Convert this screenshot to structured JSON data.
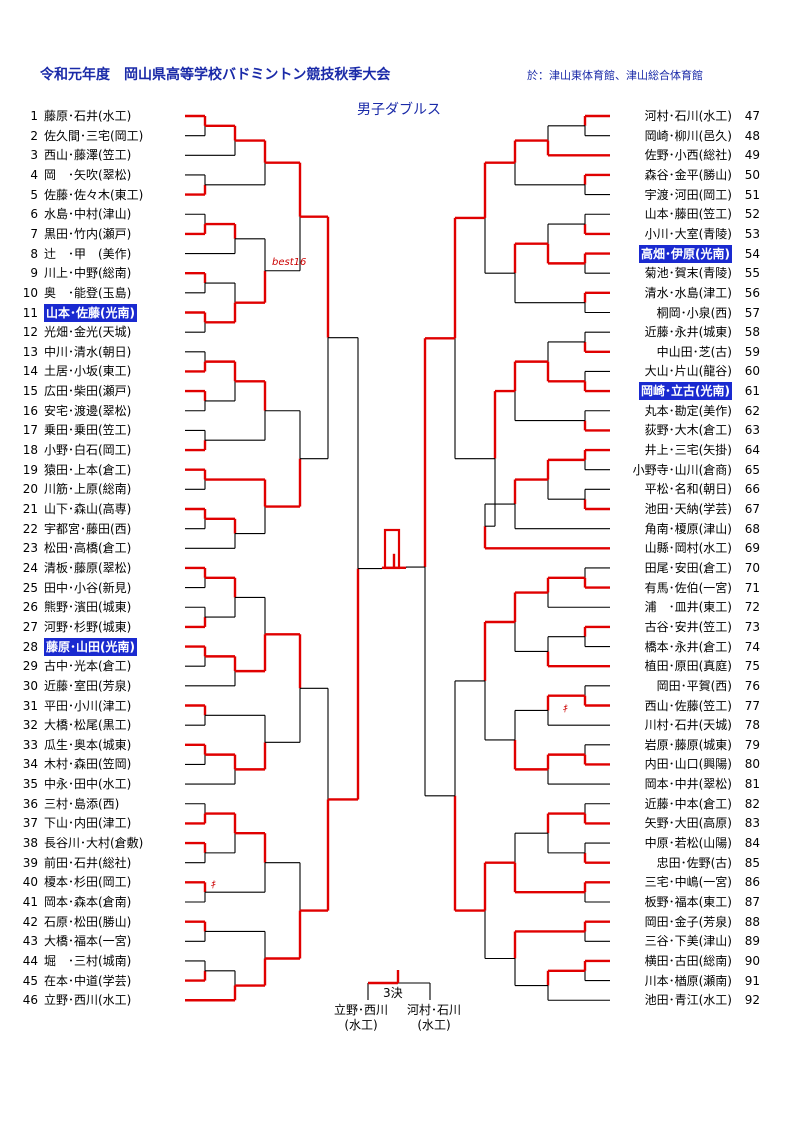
{
  "header": {
    "title": "令和元年度　岡山県高等学校バドミントン競技秋季大会",
    "venue": "於：津山東体育館、津山総合体育館",
    "event": "男子ダブルス"
  },
  "left_entries": [
    {
      "num": "1",
      "name": "藤原･石井(水工)",
      "highlight": false
    },
    {
      "num": "2",
      "name": "佐久間･三宅(岡工)",
      "highlight": false
    },
    {
      "num": "3",
      "name": "西山･藤澤(笠工)",
      "highlight": false
    },
    {
      "num": "4",
      "name": "岡　･矢吹(翠松)",
      "highlight": false
    },
    {
      "num": "5",
      "name": "佐藤･佐々木(東工)",
      "highlight": false
    },
    {
      "num": "6",
      "name": "水島･中村(津山)",
      "highlight": false
    },
    {
      "num": "7",
      "name": "黒田･竹内(瀬戸)",
      "highlight": false
    },
    {
      "num": "8",
      "name": "辻　･甲　(美作)",
      "highlight": false
    },
    {
      "num": "9",
      "name": "川上･中野(総南)",
      "highlight": false
    },
    {
      "num": "10",
      "name": "奥　･能登(玉島)",
      "highlight": false
    },
    {
      "num": "11",
      "name": "山本･佐藤(光南)",
      "highlight": true
    },
    {
      "num": "12",
      "name": "光畑･金光(天城)",
      "highlight": false
    },
    {
      "num": "13",
      "name": "中川･清水(朝日)",
      "highlight": false
    },
    {
      "num": "14",
      "name": "土居･小坂(東工)",
      "highlight": false
    },
    {
      "num": "15",
      "name": "広田･柴田(瀬戸)",
      "highlight": false
    },
    {
      "num": "16",
      "name": "安宅･渡邊(翠松)",
      "highlight": false
    },
    {
      "num": "17",
      "name": "乗田･乗田(笠工)",
      "highlight": false
    },
    {
      "num": "18",
      "name": "小野･白石(岡工)",
      "highlight": false
    },
    {
      "num": "19",
      "name": "猿田･上本(倉工)",
      "highlight": false
    },
    {
      "num": "20",
      "name": "川筋･上原(総南)",
      "highlight": false
    },
    {
      "num": "21",
      "name": "山下･森山(高専)",
      "highlight": false
    },
    {
      "num": "22",
      "name": "宇都宮･藤田(西)",
      "highlight": false
    },
    {
      "num": "23",
      "name": "松田･高橋(倉工)",
      "highlight": false
    },
    {
      "num": "24",
      "name": "清板･藤原(翠松)",
      "highlight": false
    },
    {
      "num": "25",
      "name": "田中･小谷(新見)",
      "highlight": false
    },
    {
      "num": "26",
      "name": "熊野･濱田(城東)",
      "highlight": false
    },
    {
      "num": "27",
      "name": "河野･杉野(城東)",
      "highlight": false
    },
    {
      "num": "28",
      "name": "藤原･山田(光南)",
      "highlight": true
    },
    {
      "num": "29",
      "name": "古中･光本(倉工)",
      "highlight": false
    },
    {
      "num": "30",
      "name": "近藤･室田(芳泉)",
      "highlight": false
    },
    {
      "num": "31",
      "name": "平田･小川(津工)",
      "highlight": false
    },
    {
      "num": "32",
      "name": "大橋･松尾(黒工)",
      "highlight": false
    },
    {
      "num": "33",
      "name": "瓜生･奥本(城東)",
      "highlight": false
    },
    {
      "num": "34",
      "name": "木村･森田(笠岡)",
      "highlight": false
    },
    {
      "num": "35",
      "name": "中永･田中(水工)",
      "highlight": false
    },
    {
      "num": "36",
      "name": "三村･島添(西)",
      "highlight": false
    },
    {
      "num": "37",
      "name": "下山･内田(津工)",
      "highlight": false
    },
    {
      "num": "38",
      "name": "長谷川･大村(倉敷)",
      "highlight": false
    },
    {
      "num": "39",
      "name": "前田･石井(総社)",
      "highlight": false
    },
    {
      "num": "40",
      "name": "榎本･杉田(岡工)",
      "highlight": false
    },
    {
      "num": "41",
      "name": "岡本･森本(倉南)",
      "highlight": false
    },
    {
      "num": "42",
      "name": "石原･松田(勝山)",
      "highlight": false
    },
    {
      "num": "43",
      "name": "大橋･福本(一宮)",
      "highlight": false
    },
    {
      "num": "44",
      "name": "堀　･三村(城南)",
      "highlight": false
    },
    {
      "num": "45",
      "name": "在本･中道(学芸)",
      "highlight": false
    },
    {
      "num": "46",
      "name": "立野･西川(水工)",
      "highlight": false
    }
  ],
  "right_entries": [
    {
      "num": "47",
      "name": "河村･石川(水工)",
      "highlight": false
    },
    {
      "num": "48",
      "name": "岡崎･柳川(邑久)",
      "highlight": false
    },
    {
      "num": "49",
      "name": "佐野･小西(総社)",
      "highlight": false
    },
    {
      "num": "50",
      "name": "森谷･金平(勝山)",
      "highlight": false
    },
    {
      "num": "51",
      "name": "宇渡･河田(岡工)",
      "highlight": false
    },
    {
      "num": "52",
      "name": "山本･藤田(笠工)",
      "highlight": false
    },
    {
      "num": "53",
      "name": "小川･大室(青陵)",
      "highlight": false
    },
    {
      "num": "54",
      "name": "高畑･伊原(光南)",
      "highlight": true
    },
    {
      "num": "55",
      "name": "菊池･賀末(青陵)",
      "highlight": false
    },
    {
      "num": "56",
      "name": "清水･水島(津工)",
      "highlight": false
    },
    {
      "num": "57",
      "name": "桐岡･小泉(西)",
      "highlight": false
    },
    {
      "num": "58",
      "name": "近藤･永井(城東)",
      "highlight": false
    },
    {
      "num": "59",
      "name": "中山田･芝(古)",
      "highlight": false
    },
    {
      "num": "60",
      "name": "大山･片山(龍谷)",
      "highlight": false
    },
    {
      "num": "61",
      "name": "岡崎･立古(光南)",
      "highlight": true
    },
    {
      "num": "62",
      "name": "丸本･勘定(美作)",
      "highlight": false
    },
    {
      "num": "63",
      "name": "荻野･大木(倉工)",
      "highlight": false
    },
    {
      "num": "64",
      "name": "井上･三宅(矢掛)",
      "highlight": false
    },
    {
      "num": "65",
      "name": "小野寺･山川(倉商)",
      "highlight": false
    },
    {
      "num": "66",
      "name": "平松･名和(朝日)",
      "highlight": false
    },
    {
      "num": "67",
      "name": "池田･天納(学芸)",
      "highlight": false
    },
    {
      "num": "68",
      "name": "角南･榎原(津山)",
      "highlight": false
    },
    {
      "num": "69",
      "name": "山縣･岡村(水工)",
      "highlight": false
    },
    {
      "num": "70",
      "name": "田尾･安田(倉工)",
      "highlight": false
    },
    {
      "num": "71",
      "name": "有馬･佐伯(一宮)",
      "highlight": false
    },
    {
      "num": "72",
      "name": "浦　･皿井(東工)",
      "highlight": false
    },
    {
      "num": "73",
      "name": "古谷･安井(笠工)",
      "highlight": false
    },
    {
      "num": "74",
      "name": "橋本･永井(倉工)",
      "highlight": false
    },
    {
      "num": "75",
      "name": "植田･原田(真庭)",
      "highlight": false
    },
    {
      "num": "76",
      "name": "岡田･平賀(西)",
      "highlight": false
    },
    {
      "num": "77",
      "name": "西山･佐藤(笠工)",
      "highlight": false
    },
    {
      "num": "78",
      "name": "川村･石井(天城)",
      "highlight": false
    },
    {
      "num": "79",
      "name": "岩原･藤原(城東)",
      "highlight": false
    },
    {
      "num": "80",
      "name": "内田･山口(興陽)",
      "highlight": false
    },
    {
      "num": "81",
      "name": "岡本･中井(翠松)",
      "highlight": false
    },
    {
      "num": "82",
      "name": "近藤･中本(倉工)",
      "highlight": false
    },
    {
      "num": "83",
      "name": "矢野･大田(高原)",
      "highlight": false
    },
    {
      "num": "84",
      "name": "中原･若松(山陽)",
      "highlight": false
    },
    {
      "num": "85",
      "name": "忠田･佐野(古)",
      "highlight": false
    },
    {
      "num": "86",
      "name": "三宅･中嶋(一宮)",
      "highlight": false
    },
    {
      "num": "87",
      "name": "板野･福本(東工)",
      "highlight": false
    },
    {
      "num": "88",
      "name": "岡田･金子(芳泉)",
      "highlight": false
    },
    {
      "num": "89",
      "name": "三谷･下美(津山)",
      "highlight": false
    },
    {
      "num": "90",
      "name": "横田･古田(総南)",
      "highlight": false
    },
    {
      "num": "91",
      "name": "川本･楢原(瀬南)",
      "highlight": false
    },
    {
      "num": "92",
      "name": "池田･青江(水工)",
      "highlight": false
    }
  ],
  "annotations": {
    "best16": "best16",
    "kiken": "ｷ"
  },
  "third_place": {
    "label": "3決",
    "left_name": "立野･西川",
    "left_school": "(水工)",
    "right_name": "河村･石川",
    "right_school": "(水工)"
  },
  "colors": {
    "title": "#1a2aa8",
    "winner_line": "#e00000",
    "plain_line": "#000000",
    "highlight_bg": "#1a2ad0"
  }
}
